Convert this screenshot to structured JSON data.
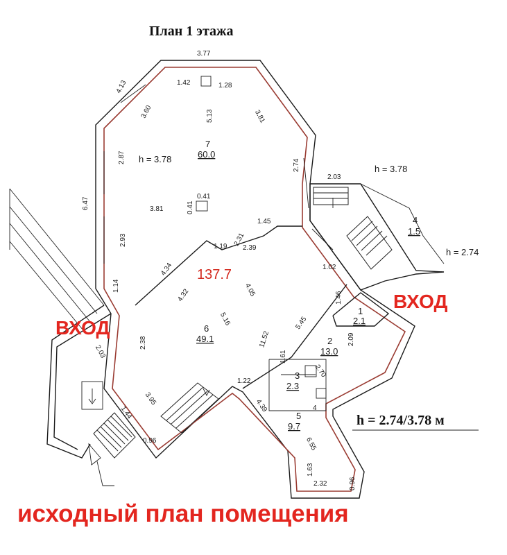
{
  "title": "План 1 этажа",
  "entrances": {
    "left": "ВХОД",
    "right": "ВХОД"
  },
  "total_area": "137.7",
  "caption": "исходный план помещения",
  "height_note": "h = 2.74/3.78 м",
  "heights": {
    "room7": "h = 3.78",
    "right_top": "h = 3.78",
    "right_mid": "h = 2.74"
  },
  "rooms": {
    "r7": {
      "num": "7",
      "area": "60.0"
    },
    "r6": {
      "num": "6",
      "area": "49.1"
    },
    "r4": {
      "num": "4",
      "area": "1.5"
    },
    "r1": {
      "num": "1",
      "area": "2.1"
    },
    "r2": {
      "num": "2",
      "area": "13.0"
    },
    "r3": {
      "num": "3",
      "area": "2.3"
    },
    "r5": {
      "num": "5",
      "area": "9.7"
    },
    "r_small": {
      "num": "4"
    }
  },
  "dims": {
    "d377": "3.77",
    "d413": "4.13",
    "d142": "1.42",
    "d128": "1.28",
    "d360": "3.60",
    "d513": "5.13",
    "d381a": "3.81",
    "d287": "2.87",
    "d274": "2.74",
    "d203a": "2.03",
    "d647": "6.47",
    "d041a": "0.41",
    "d041b": "0.41",
    "d381b": "3.81",
    "d145": "1.45",
    "d293": "2.93",
    "d231": "2.31",
    "d119": "1.19",
    "d239": "2.39",
    "d434": "4.34",
    "d432": "4.32",
    "d405": "4.05",
    "d102": "1.02",
    "d114": "1.14",
    "d146": "1.46",
    "d516": "5.16",
    "d545": "5.45",
    "d1152": "11.52",
    "d203b": "2.03",
    "d238": "2.38",
    "d209": "2.09",
    "d161": "1.61",
    "d270": "2.70",
    "d122": "1.22",
    "d395": "3.95",
    "d439": "4.39",
    "d144": "1.44",
    "d655": "6.55",
    "d096a": "0.96",
    "d163": "1.63",
    "d232": "2.32",
    "d096b": "0.96"
  }
}
